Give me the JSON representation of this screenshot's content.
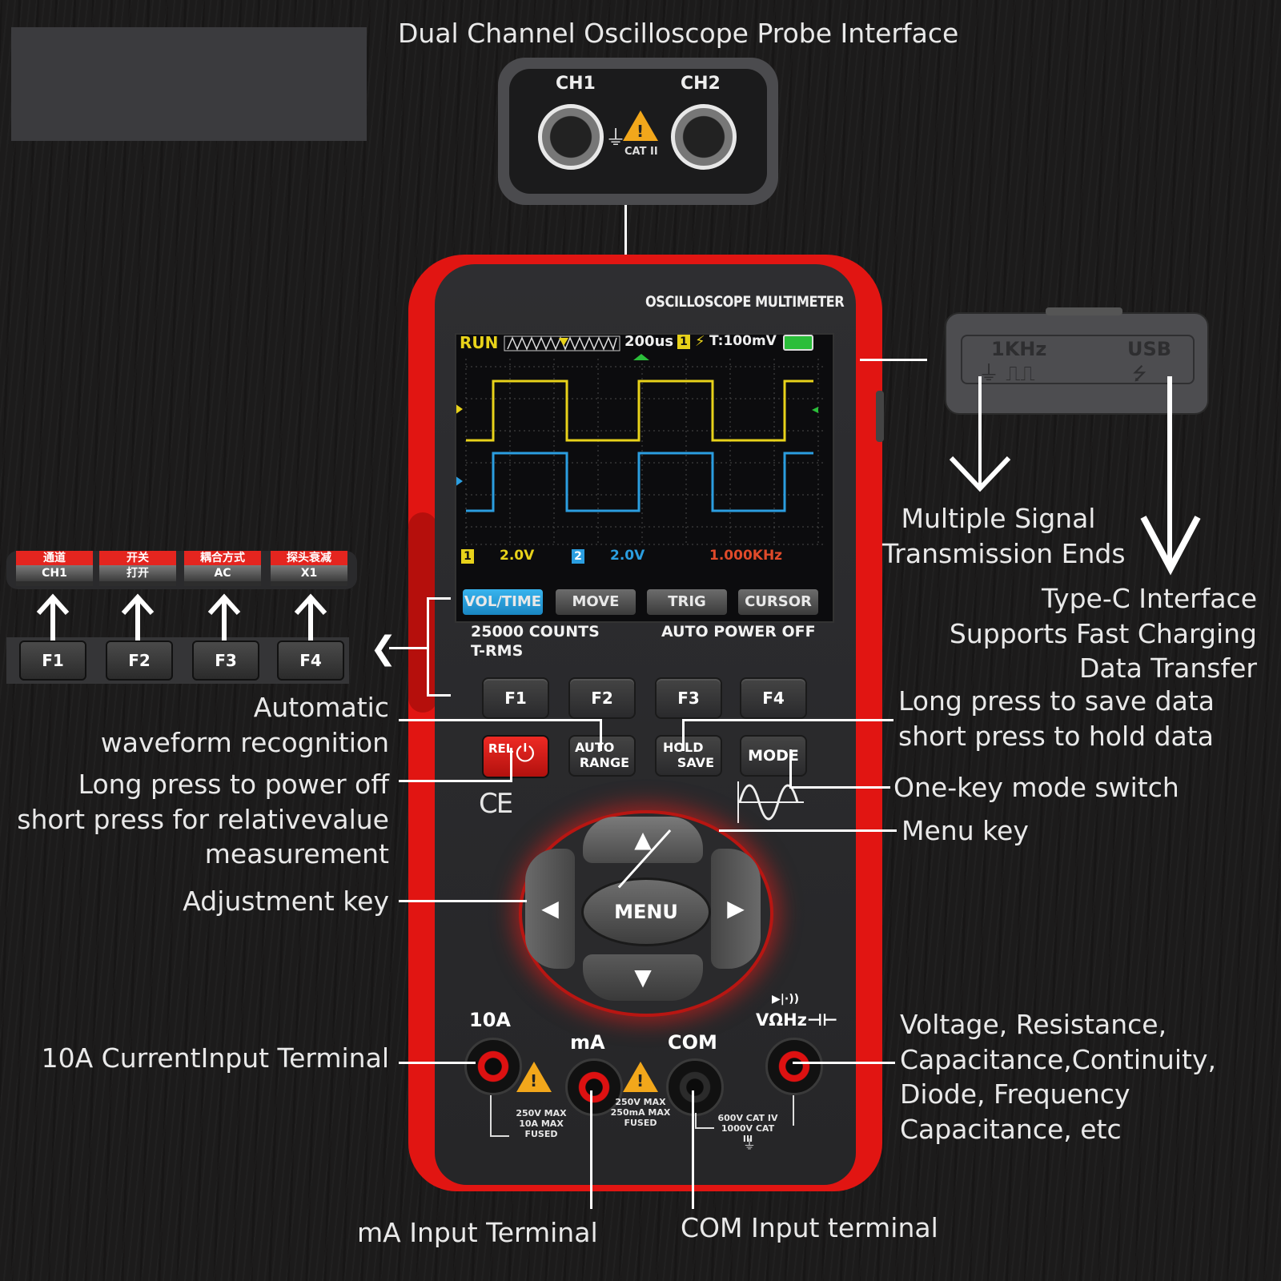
{
  "top_caption": "Dual Channel Oscilloscope Probe Interface",
  "probe_panel": {
    "ch1": "CH1",
    "ch2": "CH2",
    "cat": "CAT II"
  },
  "device_title": "OSCILLOSCOPE MULTIMETER",
  "screen": {
    "status": "RUN",
    "timebase": "200us",
    "trigger_channel": "1",
    "trigger": "T:100mV",
    "ch1_scale": "2.0V",
    "ch2_scale": "2.0V",
    "frequency": "1.000KHz",
    "ch1_badge": "1",
    "ch2_badge": "2",
    "softkeys": [
      "VOL/TIME",
      "MOVE",
      "TRIG",
      "CURSOR"
    ],
    "colors": {
      "ch1": "#e8d21a",
      "ch2": "#2b9ee0",
      "freq": "#e04a2a",
      "active_tab": "#26a0e0"
    }
  },
  "device_specs": {
    "counts": "25000 COUNTS",
    "trms": "T-RMS",
    "auto_power": "AUTO POWER OFF"
  },
  "function_keys": [
    "F1",
    "F2",
    "F3",
    "F4"
  ],
  "side_buttons": {
    "rel": "REL",
    "auto_range_1": "AUTO",
    "auto_range_2": "RANGE",
    "hold_save_1": "HOLD",
    "hold_save_2": "SAVE",
    "mode": "MODE",
    "ce": "CE"
  },
  "dpad": {
    "menu": "MENU"
  },
  "terminals": {
    "a10": "10A",
    "ma": "mA",
    "com": "COM",
    "v": "VΩHz⊣⊢",
    "fuse1": [
      "250V MAX",
      "10A MAX",
      "FUSED"
    ],
    "fuse2": [
      "250V MAX",
      "250mA MAX",
      "FUSED"
    ],
    "cat": [
      "600V CAT IV",
      "1000V CAT III"
    ]
  },
  "usb_panel": {
    "khz": "1KHz",
    "usb": "USB"
  },
  "zoom_panel": {
    "tabs": [
      {
        "top": "通道",
        "bottom": "CH1"
      },
      {
        "top": "开关",
        "bottom": "打开"
      },
      {
        "top": "耦合方式",
        "bottom": "AC"
      },
      {
        "top": "探头衰减",
        "bottom": "X1"
      }
    ],
    "keys": [
      "F1",
      "F2",
      "F3",
      "F4"
    ]
  },
  "callouts": {
    "multiple_signal": [
      "Multiple Signal",
      "Transmission Ends"
    ],
    "typec": [
      "Type-C Interface",
      "Supports Fast Charging",
      "Data Transfer"
    ],
    "long_press_save": [
      "Long press to save data",
      "short press to hold data"
    ],
    "auto_wave": [
      "Automatic",
      "waveform recognition"
    ],
    "power_off": [
      "Long press to power off",
      "short press for relativevalue",
      "measurement"
    ],
    "one_key_mode": "One-key mode switch",
    "menu_key": "Menu key",
    "adjust_key": "Adjustment key",
    "ten_a": "10A CurrentInput Terminal",
    "voltage": [
      "Voltage, Resistance,",
      "Capacitance,Continuity,",
      "Diode, Frequency",
      "Capacitance, etc"
    ],
    "ma_input": "mA Input Terminal",
    "com_input": "COM Input terminal"
  }
}
